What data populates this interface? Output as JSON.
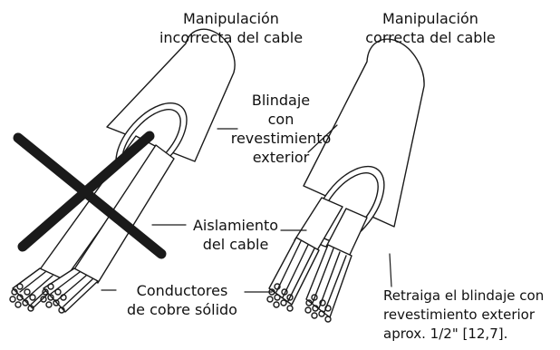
{
  "labels": {
    "incorrect_title_line1": "Manipulación",
    "incorrect_title_line2": "incorrecta del cable",
    "correct_title_line1": "Manipulación",
    "correct_title_line2": "correcta del cable",
    "shield_line1": "Blindaje",
    "shield_line2": "con",
    "shield_line3": "revestimiento",
    "shield_line4": "exterior",
    "insulation_line1": "Aislamiento",
    "insulation_line2": "del cable",
    "conductors_line1": "Conductores",
    "conductors_line2": "de cobre sólido",
    "retract_line1": "Retraiga el blindaje con",
    "retract_line2": "revestimiento exterior",
    "retract_line3": "aprox. 1/2\" [12,7]."
  },
  "colors": {
    "line": "#1a1a1a",
    "cross": "#1a1a1a",
    "fill": "#ffffff"
  }
}
